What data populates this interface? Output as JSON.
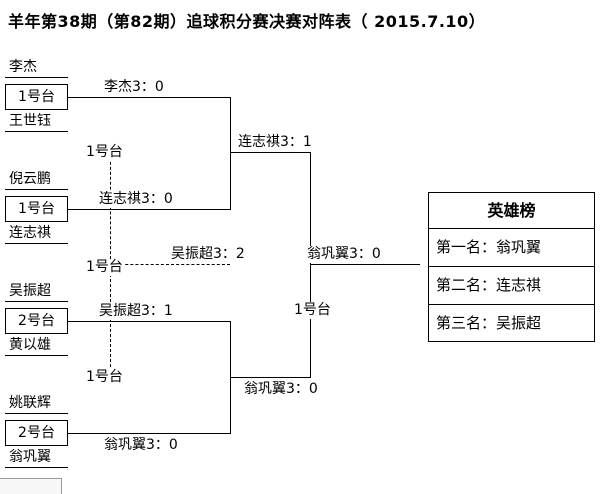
{
  "title": "羊年第38期（第82期）追球积分赛决赛对阵表（ 2015.7.10）",
  "bracket": {
    "round1": [
      {
        "player_top": "李杰",
        "table": "1号台",
        "player_bottom": "王世钰",
        "result": "李杰3：0"
      },
      {
        "player_top": "倪云鹏",
        "table": "1号台",
        "player_bottom": "连志祺",
        "result": "连志祺3：0"
      },
      {
        "player_top": "吴振超",
        "table": "2号台",
        "player_bottom": "黄以雄",
        "result": "吴振超3：1"
      },
      {
        "player_top": "姚联辉",
        "table": "2号台",
        "player_bottom": "翁巩翼",
        "result": "翁巩翼3：0"
      }
    ],
    "semifinal_top": {
      "table": "1号台",
      "result": "连志祺3：1"
    },
    "semifinal_bottom": {
      "table": "1号台",
      "result": "翁巩翼3：0"
    },
    "third_place": {
      "table": "1号台",
      "result": "吴振超3：2"
    },
    "final": {
      "table": "1号台",
      "result": "翁巩翼3：0"
    }
  },
  "leaderboard": {
    "title": "英雄榜",
    "rows": [
      {
        "label": "第一名：翁巩翼"
      },
      {
        "label": "第二名：连志祺"
      },
      {
        "label": "第三名：吴振超"
      }
    ]
  }
}
